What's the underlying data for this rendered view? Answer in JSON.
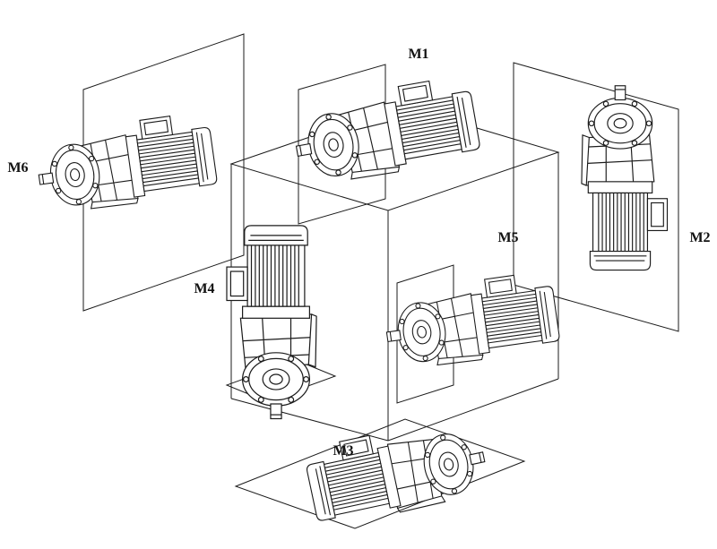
{
  "diagram": {
    "labels": {
      "m1": "M1",
      "m2": "M2",
      "m3": "M3",
      "m4": "M4",
      "m5": "M5",
      "m6": "M6"
    },
    "colors": {
      "background": "#ffffff",
      "line": "#1b1b1b"
    }
  }
}
